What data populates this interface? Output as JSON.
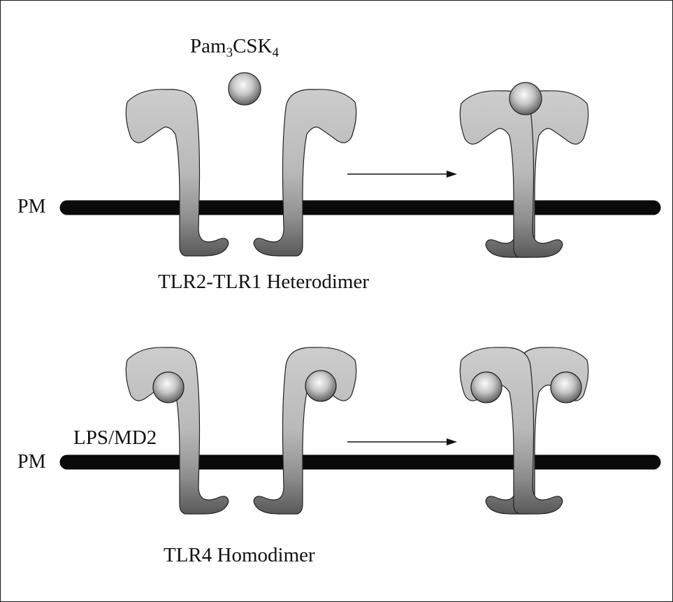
{
  "top_panel": {
    "membrane_label": "PM",
    "ligand_label": {
      "main": "Pam",
      "sub1": "3",
      "mid": "CSK",
      "sub2": "4"
    },
    "caption": "TLR2-TLR1 Heterodimer"
  },
  "bottom_panel": {
    "membrane_label": "PM",
    "ligand_label": "LPS/MD2",
    "caption": "TLR4 Homodimer"
  },
  "colors": {
    "membrane": "#0a0a0a",
    "receptor_light": "#c4c4c4",
    "receptor_dark": "#5e5e5e",
    "ligand_center": "#f8f8f8",
    "ligand_edge": "#5a5a5a"
  }
}
